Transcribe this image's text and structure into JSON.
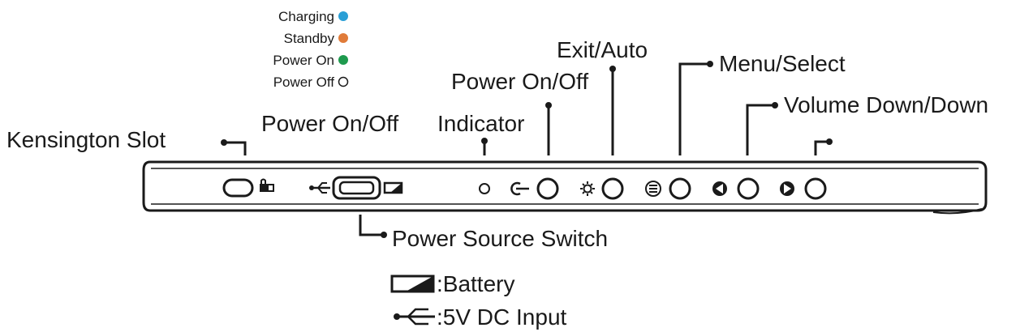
{
  "indicator_legend": [
    {
      "label": "Charging",
      "color": "#2a9fd6"
    },
    {
      "label": "Standby",
      "color": "#e07b39"
    },
    {
      "label": "Power On",
      "color": "#1e9a4e"
    },
    {
      "label": "Power Off",
      "color": "#ffffff"
    }
  ],
  "callouts": {
    "kensington_slot": "Kensington Slot",
    "power_switch": "Power On/Off",
    "indicator_line1": "Power On/Off",
    "indicator_line2": "Indicator",
    "exit_auto": "Exit/Auto",
    "menu_select": "Menu/Select",
    "volume_down": "Volume Down/Down",
    "power_source": "Power Source Switch"
  },
  "key": {
    "battery": ":Battery",
    "dc_input": ":5V DC Input"
  },
  "icons": {
    "lock": "lock-slot-icon",
    "usb": "usb-icon",
    "battery": "battery-icon",
    "power": "power-icon",
    "brightness": "sun-icon",
    "menu": "menu-icon",
    "volume_down": "speaker-down-icon",
    "volume_up": "speaker-up-icon"
  }
}
